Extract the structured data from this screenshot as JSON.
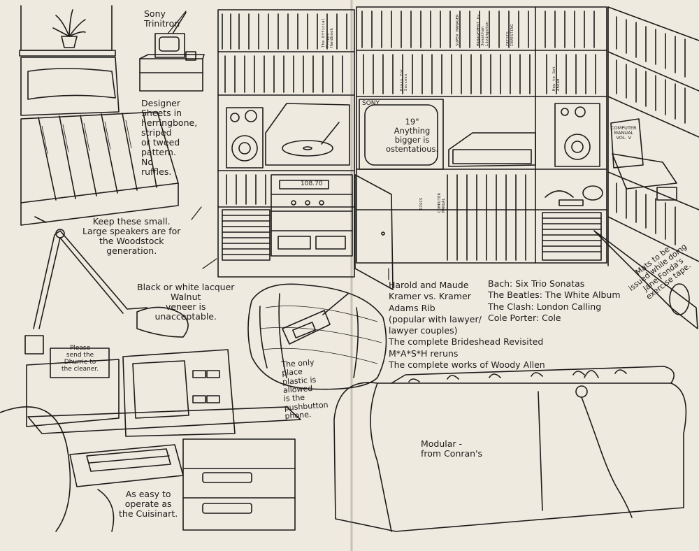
{
  "captions": {
    "tv_brand": "Sony\nTrinitron",
    "sheets": "Designer\nSheets in\nherringbone,\nstriped\nor tweed\npattern.\nNo\nruffles.",
    "speakers": "Keep these small.\nLarge speakers are for\nthe Woodstock\ngeneration.",
    "lacquer": "Black or white lacquer\nWalnut\nveneer is\nunacceptable.",
    "note": "Please\nsend the\nDhurrie to\nthe cleaner.",
    "phone": "The only\nplace\nplastic is\nallowed\nis the\npushbutton\nphone.",
    "cuisinart": "As easy to\noperate as\nthe Cuisinart.",
    "tv_size": "19\"\nAnything\nbigger is\nostentatious.",
    "tv_label": "SONY",
    "tape_deck_display": "108.70",
    "discs": "DISCS",
    "computer_manual_shelf": "COMPUTER MANUAL",
    "manual_book": "COMPUTER\nMANUAL\nVOL. V",
    "films": "Harold and Maude\nKramer vs. Kramer\nAdams Rib\n(popular with lawyer/\nlawyer couples)\nThe complete Brideshead Revisited\nM*A*S*H reruns\nThe complete works of Woody Allen",
    "music": "Bach: Six Trio Sonatas\nThe Beatles: The White Album\nThe Clash: London Calling\nCole Porter: Cole",
    "tape": "Mats to be\nissued while doing\nJane Fonda's\nexercise tape.",
    "sofa": "Modular -\nfrom Conran's",
    "spine_1": "The Official Preppy Handbook",
    "spine_2": "SUPER MANAGER",
    "spine_3": "MANAGEMENT by Jonathan Livingston",
    "spine_4": "CRISIS INVESTING",
    "spine_5": "Dress for Success",
    "spine_6": "How to Get Ahead"
  },
  "colors": {
    "paper": "#efeae0",
    "ink": "#1c1b18"
  }
}
